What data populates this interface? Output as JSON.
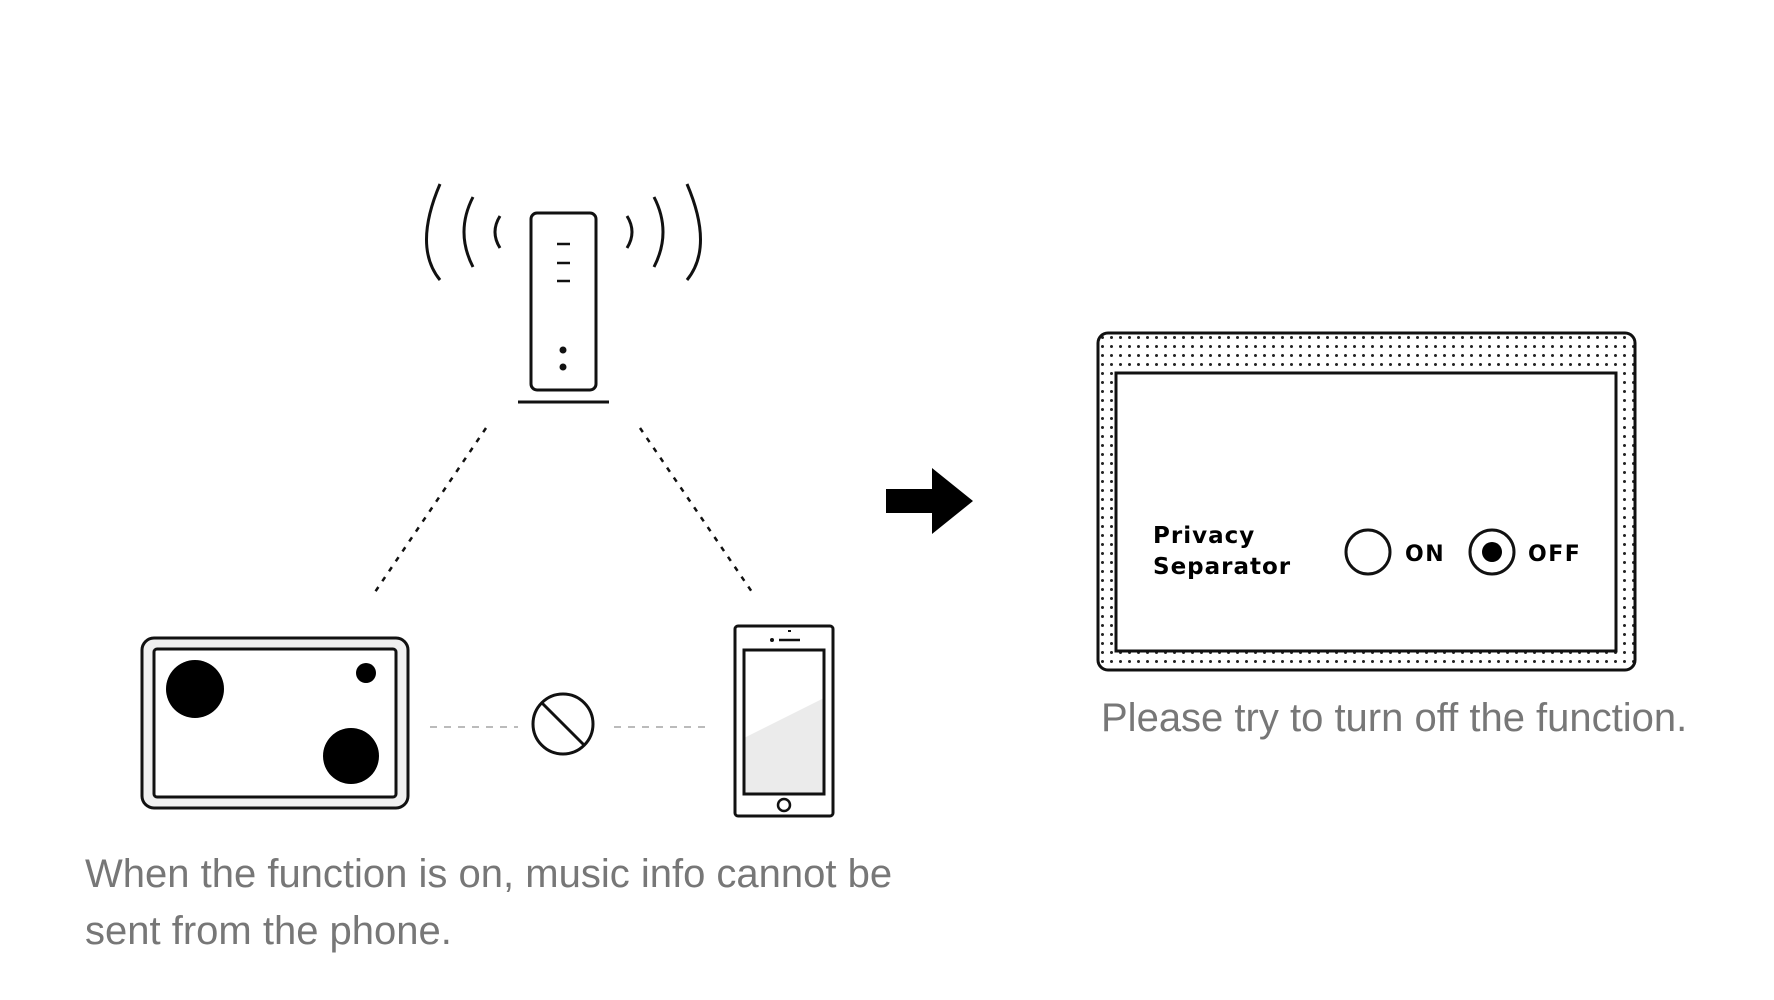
{
  "left_caption": "When the function is on, music info cannot be sent from the phone.",
  "right_caption": "Please try to turn off the function.",
  "privacy_panel": {
    "label_line1": "Privacy",
    "label_line2": "Separator",
    "on_label": "ON",
    "off_label": "OFF",
    "selected_option": "OFF"
  },
  "icons": {
    "router": "wifi-router-icon",
    "wireless_speaker": "wireless-speaker-icon",
    "phone": "smartphone-icon",
    "blocked": "prohibited-icon",
    "arrow": "right-arrow-icon"
  },
  "colors": {
    "line": "#111111",
    "caption_text": "#777777",
    "blocked_link": "#bbbbbb",
    "phone_screen_shade": "#ebebeb"
  }
}
